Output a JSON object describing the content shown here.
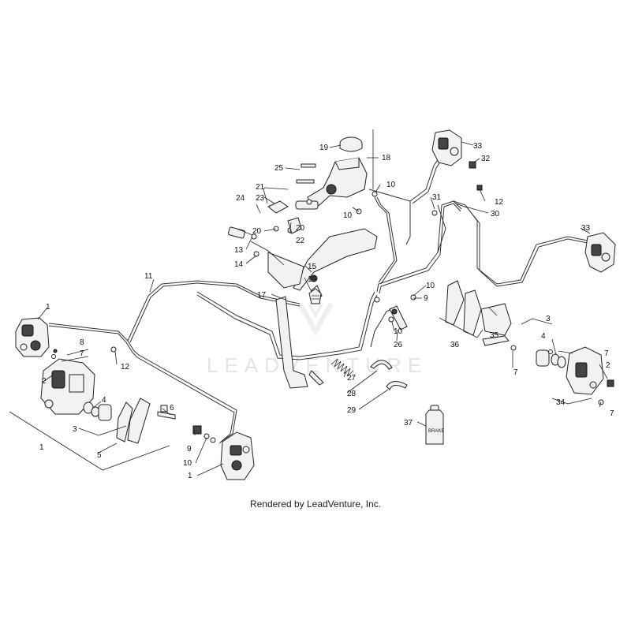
{
  "caption": "Rendered by LeadVenture, Inc.",
  "watermark": "LEADVENTURE",
  "bottle_label": "BRAKE",
  "callouts": {
    "c1a": "1",
    "c1b": "1",
    "c1c": "1",
    "c2a": "2",
    "c2b": "2",
    "c3a": "3",
    "c3b": "3",
    "c4a": "4",
    "c4b": "4",
    "c5": "5",
    "c6": "6",
    "c7a": "7",
    "c7b": "7",
    "c7c": "7",
    "c7d": "7",
    "c8": "8",
    "c9a": "9",
    "c9b": "9",
    "c10a": "10",
    "c10b": "10",
    "c10c": "10",
    "c10d": "10",
    "c10e": "10",
    "c11": "11",
    "c12a": "12",
    "c12b": "12",
    "c13": "13",
    "c14": "14",
    "c15": "15",
    "c16": "16",
    "c17": "17",
    "c18": "18",
    "c19": "19",
    "c20a": "20",
    "c20b": "20",
    "c21": "21",
    "c22": "22",
    "c23": "23",
    "c24": "24",
    "c25": "25",
    "c26": "26",
    "c27": "27",
    "c28": "28",
    "c29": "29",
    "c30": "30",
    "c31": "31",
    "c32": "32",
    "c33a": "33",
    "c33b": "33",
    "c34": "34",
    "c35": "35",
    "c36": "36",
    "c37": "37"
  }
}
